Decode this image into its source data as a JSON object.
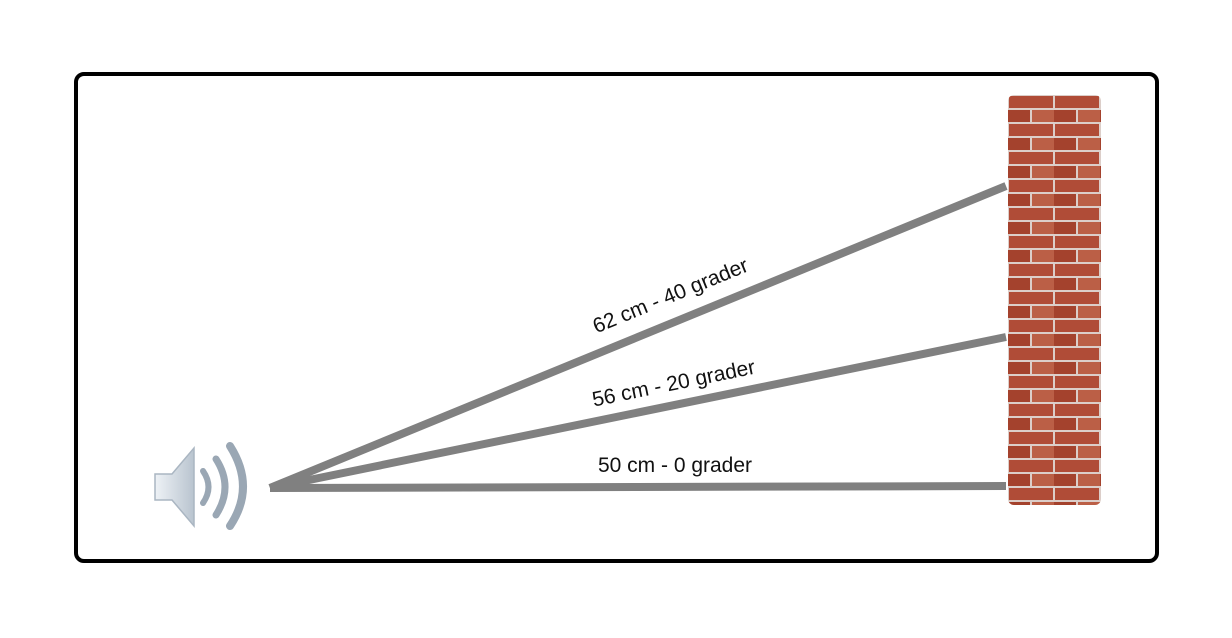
{
  "colors": {
    "frame": "#000000",
    "ray": "#808080",
    "brick": "#b5503a",
    "mortar": "#e4ddd8",
    "speaker": "#c6d0da",
    "speaker_waves": "#9aa7b4"
  },
  "icons": {
    "speaker": "speaker-volume-icon",
    "wall": "brick-wall"
  },
  "rays": [
    {
      "label": "62 cm - 40 grader"
    },
    {
      "label": "56 cm - 20 grader"
    },
    {
      "label": "50 cm - 0 grader"
    }
  ]
}
